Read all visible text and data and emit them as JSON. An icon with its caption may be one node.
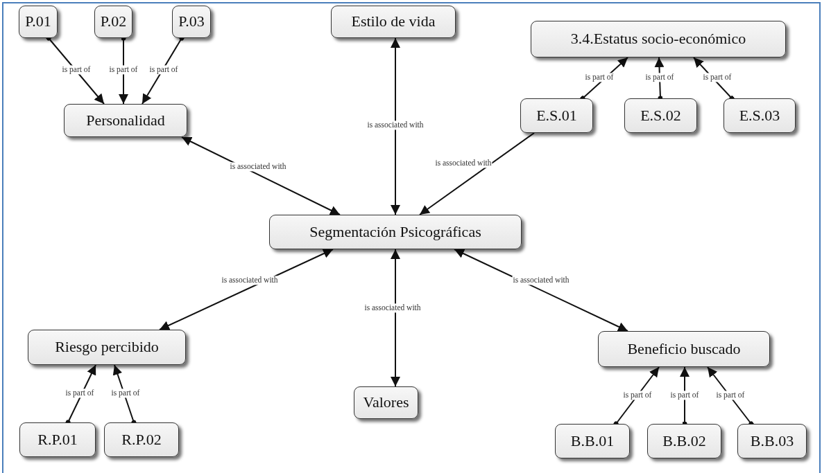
{
  "diagram": {
    "nodes": [
      {
        "text": [
          "P.01"
        ]
      },
      {
        "text": [
          "P.02"
        ]
      },
      {
        "text": [
          "P.03"
        ]
      },
      {
        "text": [
          "Personalidad"
        ]
      },
      {
        "text": [
          "Estilo de vida"
        ]
      },
      {
        "text": [
          "3.4.Estatus socio-económico"
        ]
      },
      {
        "text": [
          "E.S.01"
        ]
      },
      {
        "text": [
          "E.S.02"
        ]
      },
      {
        "text": [
          "E.S.03"
        ]
      },
      {
        "text": [
          "Segmentación Psicográficas"
        ]
      },
      {
        "text": [
          "Riesgo percibido"
        ]
      },
      {
        "text": [
          "Valores"
        ]
      },
      {
        "text": [
          "Beneficio buscado"
        ]
      },
      {
        "text": [
          "R.P.01"
        ]
      },
      {
        "text": [
          "R.P.02"
        ]
      },
      {
        "text": [
          "B.B.01"
        ]
      },
      {
        "text": [
          "B.B.02"
        ]
      },
      {
        "text": [
          "B.B.03"
        ]
      }
    ],
    "edges": [
      {
        "from": 0,
        "to": 3,
        "arrow": "to",
        "label": "is part of"
      },
      {
        "from": 1,
        "to": 3,
        "arrow": "to",
        "label": "is part of"
      },
      {
        "from": 2,
        "to": 3,
        "arrow": "to",
        "label": "is part of"
      },
      {
        "from": 3,
        "to": 9,
        "arrow": "both",
        "label": "is associated with"
      },
      {
        "from": 4,
        "to": 9,
        "arrow": "both",
        "label": "is associated with"
      },
      {
        "from": 6,
        "to": 9,
        "arrow": "to",
        "label": "is associated with"
      },
      {
        "from": 6,
        "to": 5,
        "arrow": "to",
        "label": "is part of"
      },
      {
        "from": 7,
        "to": 5,
        "arrow": "to",
        "label": "is part of"
      },
      {
        "from": 8,
        "to": 5,
        "arrow": "to",
        "label": "is part of"
      },
      {
        "from": 9,
        "to": 10,
        "arrow": "both",
        "label": "is associated with"
      },
      {
        "from": 9,
        "to": 11,
        "arrow": "both",
        "label": "is associated with"
      },
      {
        "from": 9,
        "to": 12,
        "arrow": "both",
        "label": "is associated with"
      },
      {
        "from": 13,
        "to": 10,
        "arrow": "to",
        "label": "is part of"
      },
      {
        "from": 14,
        "to": 10,
        "arrow": "to",
        "label": "is part of"
      },
      {
        "from": 15,
        "to": 12,
        "arrow": "to",
        "label": "is part of"
      },
      {
        "from": 16,
        "to": 12,
        "arrow": "to",
        "label": "is part of"
      },
      {
        "from": 17,
        "to": 12,
        "arrow": "to",
        "label": "is part of"
      }
    ]
  }
}
